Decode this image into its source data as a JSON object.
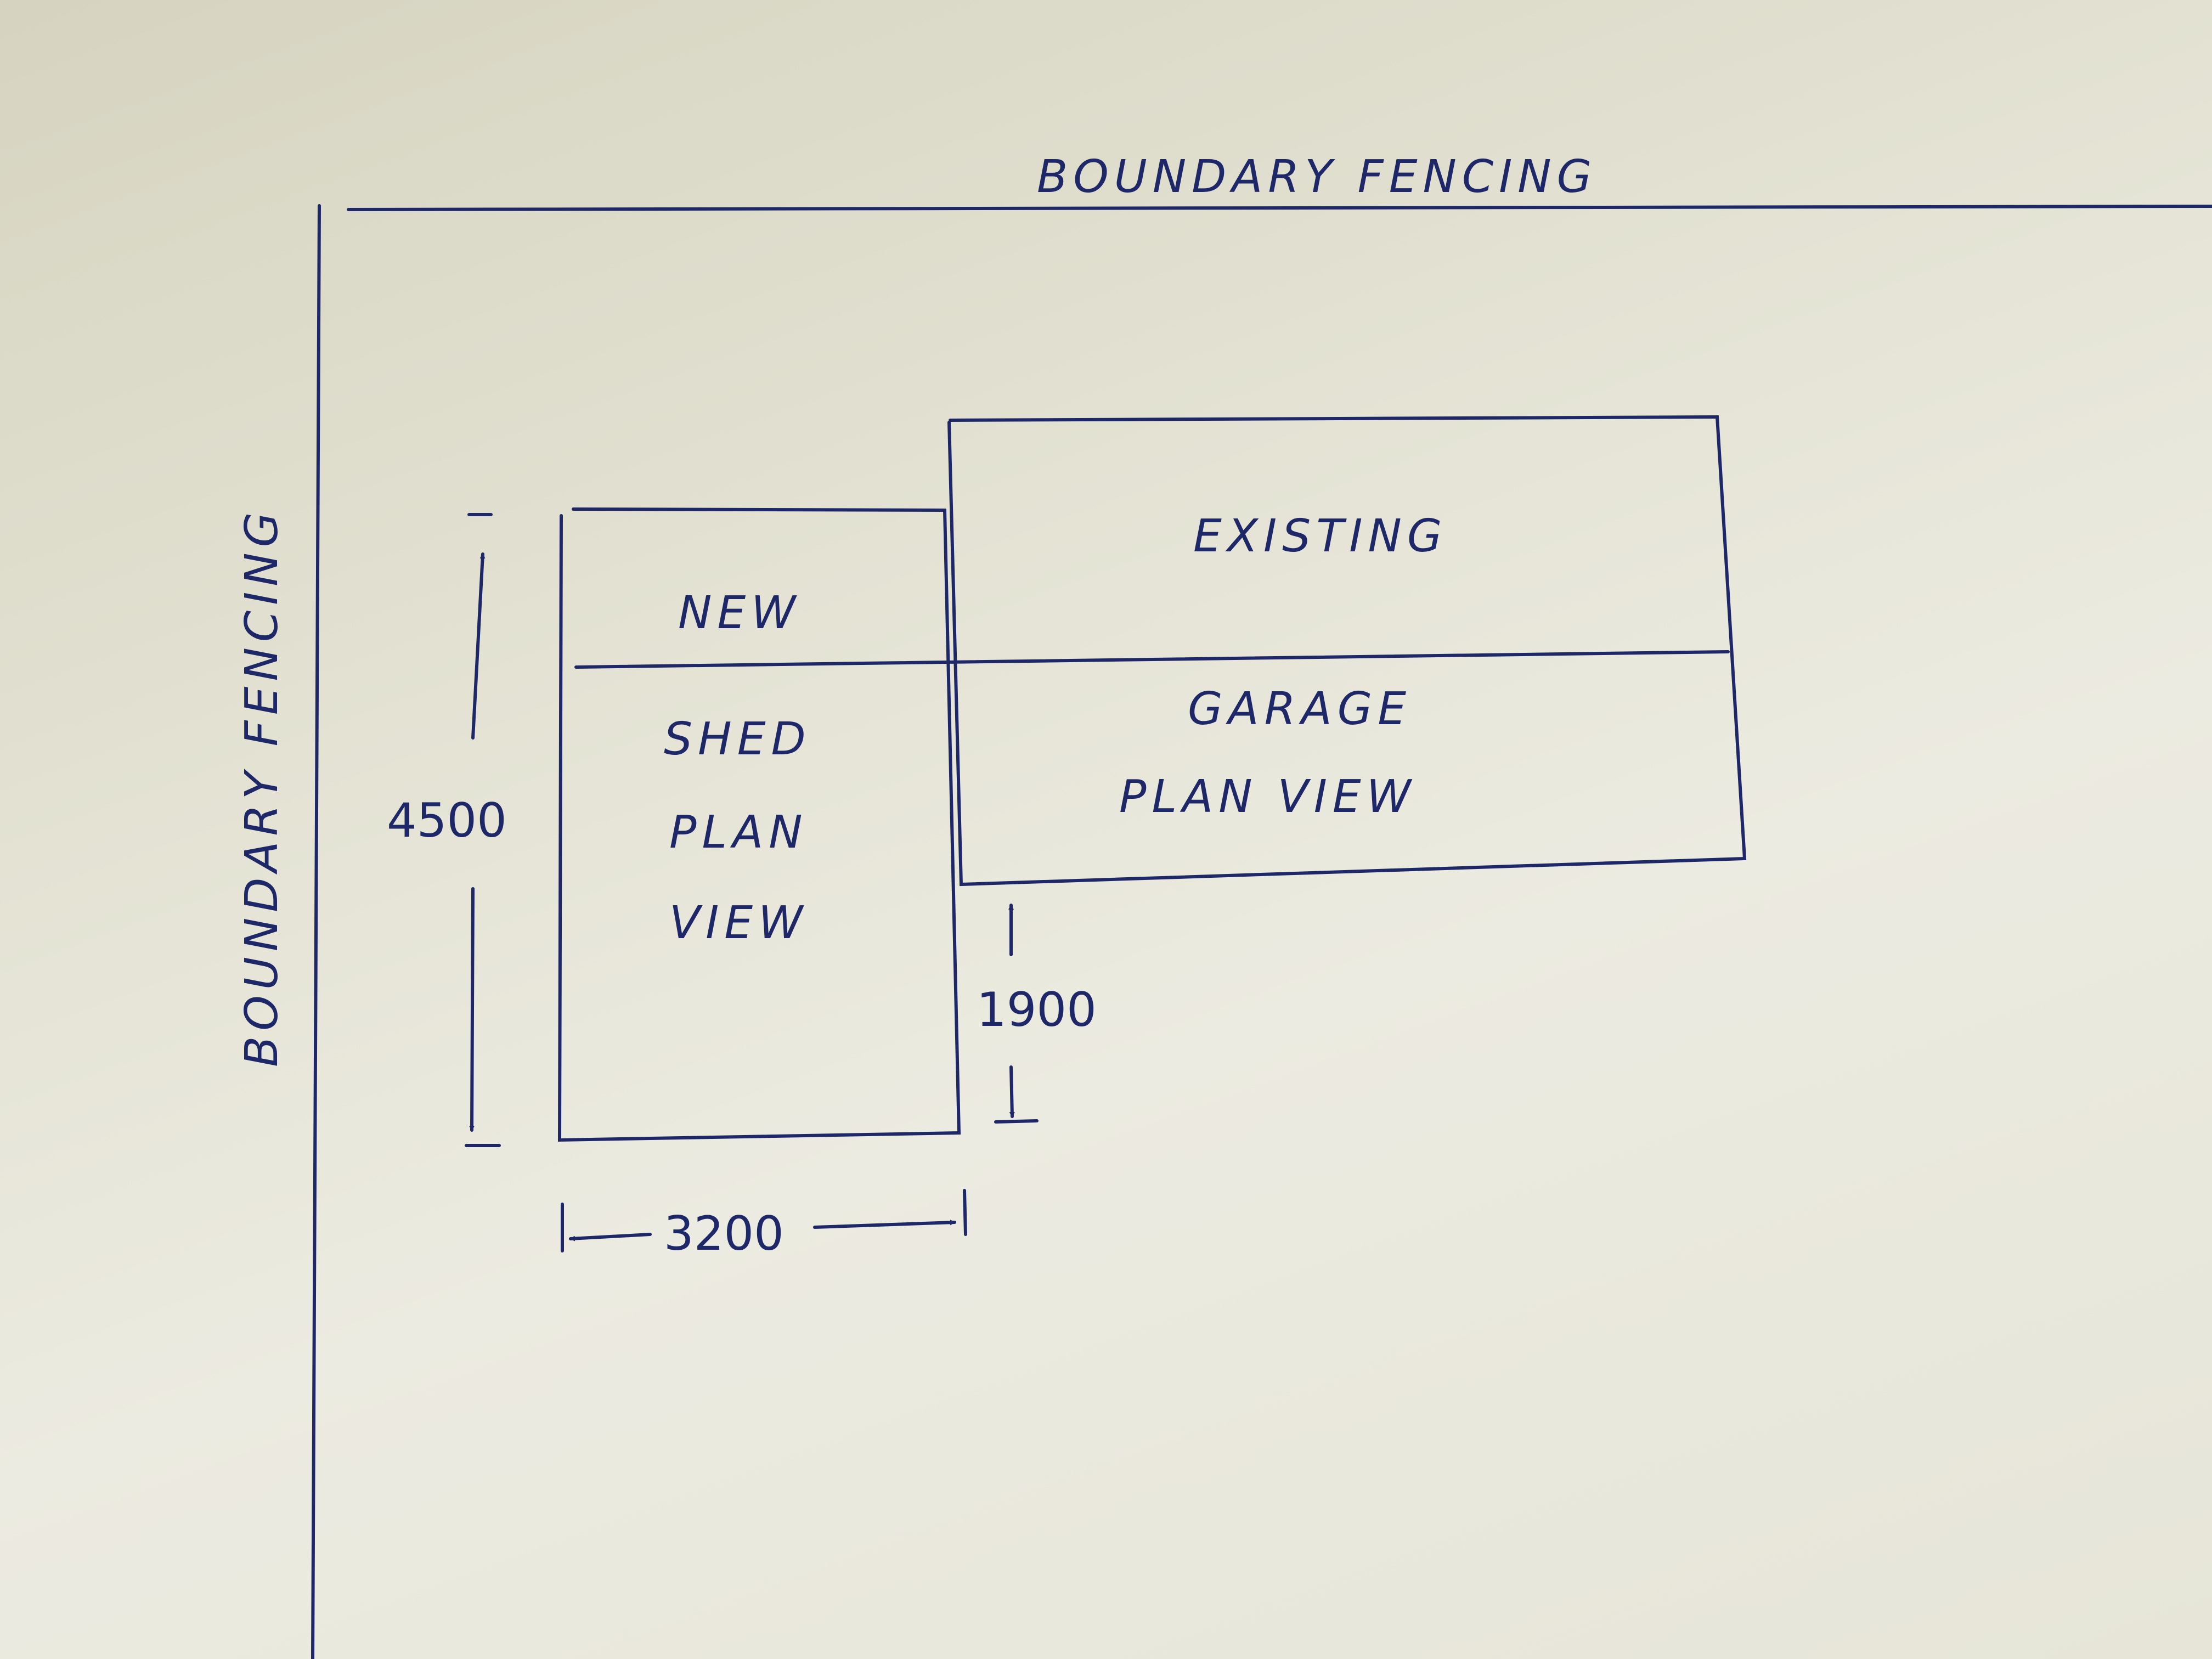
{
  "colors": {
    "ink": "#1e2868",
    "paper": "#e6e5d8"
  },
  "boundary_top": "BOUNDARY   FENCING",
  "boundary_left": "BOUNDARY   FENCING",
  "shed": {
    "line1": "NEW",
    "line2": "SHED",
    "line3": "PLAN",
    "line4": "VIEW"
  },
  "garage": {
    "line1": "EXISTING",
    "line2": "GARAGE",
    "line3": "PLAN VIEW"
  },
  "dimensions": {
    "shed_depth": "4500",
    "shed_width": "3200",
    "offset": "1900"
  }
}
